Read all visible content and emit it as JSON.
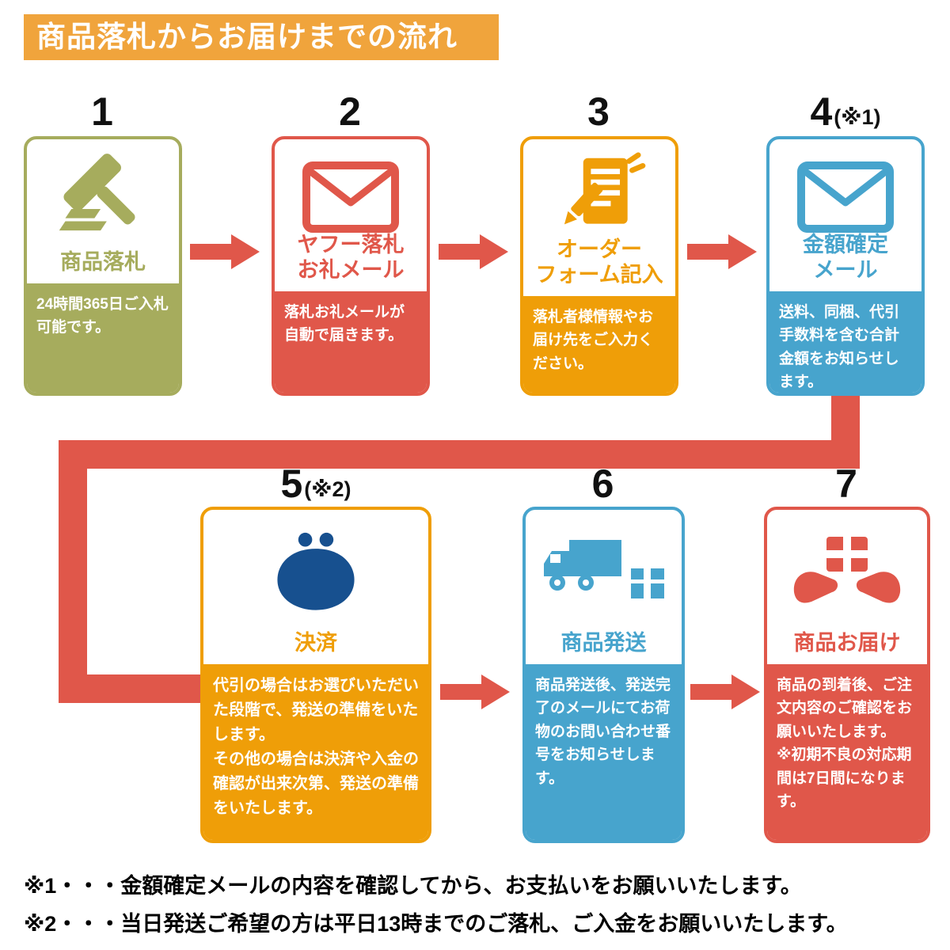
{
  "banner": {
    "title": "商品落札からお届けまでの流れ",
    "bg": "#f0a43c"
  },
  "palette": {
    "arrow": "#e0574a",
    "olive": "#a6ac5d",
    "red": "#e0574a",
    "orange": "#ef9e08",
    "blue": "#47a4cd",
    "navy": "#17508f"
  },
  "steps": [
    {
      "number": "1",
      "suffix": "",
      "title": "商品落札",
      "icon": "gavel-icon",
      "color": "#a6ac5d",
      "body": "24時間365日ご入札可能です。"
    },
    {
      "number": "2",
      "suffix": "",
      "title": "ヤフー落札\nお礼メール",
      "icon": "envelope-icon",
      "color": "#e0574a",
      "body": "落札お礼メールが自動で届きます。"
    },
    {
      "number": "3",
      "suffix": "",
      "title": "オーダー\nフォーム記入",
      "icon": "pencil-form-icon",
      "color": "#ef9e08",
      "body": "落札者様情報やお届け先をご入力ください。"
    },
    {
      "number": "4",
      "suffix": "(※1)",
      "title": "金額確定\nメール",
      "icon": "envelope-icon",
      "color": "#47a4cd",
      "body": "送料、同梱、代引手数料を含む合計金額をお知らせします。"
    },
    {
      "number": "5",
      "suffix": "(※2)",
      "title": "決済",
      "icon": "coin-purse-icon",
      "color": "#ef9e08",
      "icon_color": "#17508f",
      "body": "代引の場合はお選びいただいた段階で、発送の準備をいたします。\nその他の場合は決済や入金の確認が出来次第、発送の準備をいたします。"
    },
    {
      "number": "6",
      "suffix": "",
      "title": "商品発送",
      "icon": "truck-box-icon",
      "color": "#47a4cd",
      "body": "商品発送後、発送完了のメールにてお荷物のお問い合わせ番号をお知らせします。"
    },
    {
      "number": "7",
      "suffix": "",
      "title": "商品お届け",
      "icon": "hands-package-icon",
      "color": "#e0574a",
      "body": "商品の到着後、ご注文内容のご確認をお願いいたします。\n※初期不良の対応期間は7日間になります。"
    }
  ],
  "notes": [
    "※1・・・金額確定メールの内容を確認してから、お支払いをお願いいたします。",
    "※2・・・当日発送ご希望の方は平日13時までのご落札、ご入金をお願いいたします。"
  ]
}
